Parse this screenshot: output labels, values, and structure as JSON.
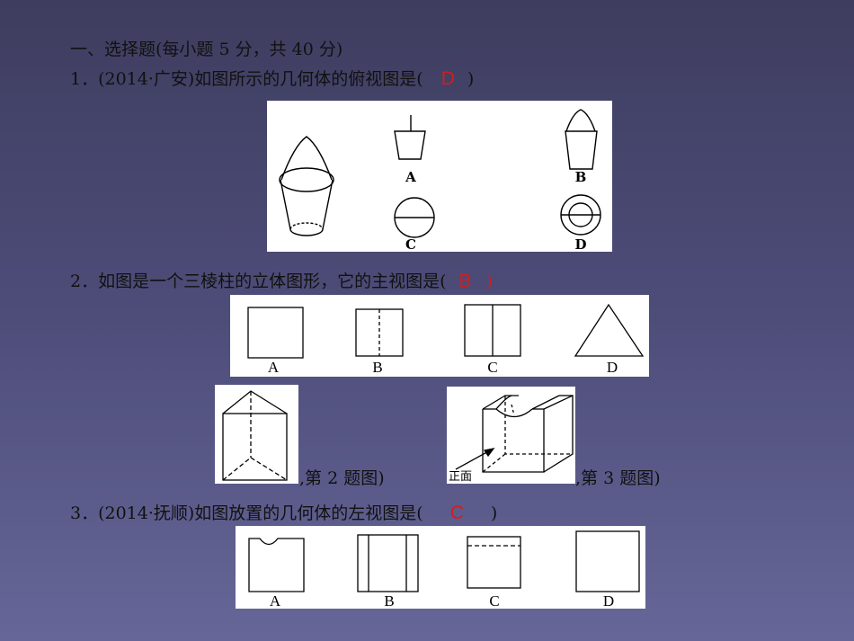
{
  "section": {
    "heading": "一、选择题(每小题 5 分，共 40 分)"
  },
  "questions": [
    {
      "prefix": "1．(2014·广安)如图所示的几何体的俯视图是(",
      "answer": "D",
      "suffix": ")",
      "options": [
        "A",
        "B",
        "C",
        "D"
      ]
    },
    {
      "prefix": "2．如图是一个三棱柱的立体图形，它的主视图是(",
      "answer": "B",
      "suffix": ")",
      "options": [
        "A",
        "B",
        "C",
        "D"
      ],
      "figure_caption": ",第 2 题图)"
    },
    {
      "prefix": "3．(2014·抚顺)如图放置的几何体的左视图是(",
      "answer": "C",
      "suffix": ")",
      "options": [
        "A",
        "B",
        "C",
        "D"
      ],
      "figure_caption": ",第 3 题图)",
      "front_label": "正面"
    }
  ],
  "colors": {
    "answer": "#d21d1d",
    "bg_top": "#3e3d5f",
    "bg_bottom": "#666698"
  }
}
